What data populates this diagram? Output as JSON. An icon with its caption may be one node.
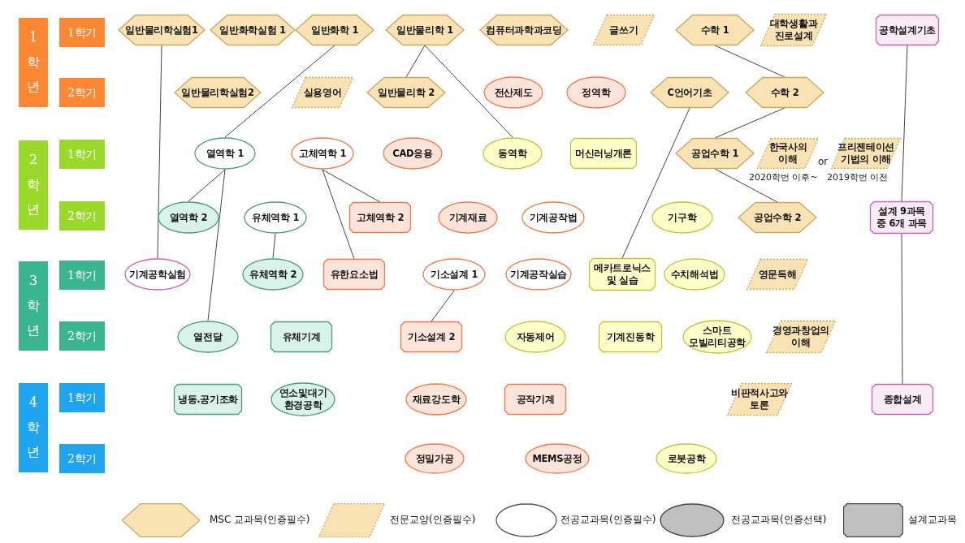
{
  "diagram": {
    "nodes": [
      {
        "text": [
          "1학년"
        ]
      },
      {
        "text": [
          "1학기"
        ]
      },
      {
        "text": [
          "2학기"
        ]
      },
      {
        "text": [
          "2학년"
        ]
      },
      {
        "text": [
          "1학기"
        ]
      },
      {
        "text": [
          "2학기"
        ]
      },
      {
        "text": [
          "3학년"
        ]
      },
      {
        "text": [
          "1학기"
        ]
      },
      {
        "text": [
          "2학기"
        ]
      },
      {
        "text": [
          "4학년"
        ]
      },
      {
        "text": [
          "1학기"
        ]
      },
      {
        "text": [
          "2학기"
        ]
      },
      {
        "text": [
          "일반물리학실험1"
        ]
      },
      {
        "text": [
          "일반화학실험 1"
        ]
      },
      {
        "text": [
          "일반화학 1"
        ]
      },
      {
        "text": [
          "일반물리학 1"
        ]
      },
      {
        "text": [
          "컴퓨터과학과코딩"
        ]
      },
      {
        "text": [
          "글쓰기"
        ]
      },
      {
        "text": [
          "수학 1"
        ]
      },
      {
        "text": [
          "대학생활과 진로설계"
        ]
      },
      {
        "text": [
          "공학설계기초"
        ]
      },
      {
        "text": [
          "일반물리학실험2"
        ]
      },
      {
        "text": [
          "실용영어"
        ]
      },
      {
        "text": [
          "일반물리학 2"
        ]
      },
      {
        "text": [
          "전산제도"
        ]
      },
      {
        "text": [
          "정역학"
        ]
      },
      {
        "text": [
          "C언어기초"
        ]
      },
      {
        "text": [
          "수학 2"
        ]
      },
      {
        "text": [
          "열역학 1"
        ]
      },
      {
        "text": [
          "고체역학 1"
        ]
      },
      {
        "text": [
          "CAD응용"
        ]
      },
      {
        "text": [
          "동역학"
        ]
      },
      {
        "text": [
          "머신러닝개론"
        ]
      },
      {
        "text": [
          "공업수학 1"
        ]
      },
      {
        "text": [
          "한국사의 이해"
        ],
        "beside": [
          "2020학번 이후~"
        ]
      },
      {
        "text": [
          "프리젠테이션 기법의 이해"
        ],
        "beside": [
          "2019학번 이전"
        ]
      },
      {
        "text": [
          "열역학 2"
        ]
      },
      {
        "text": [
          "유체역학 1"
        ]
      },
      {
        "text": [
          "고체역학 2"
        ]
      },
      {
        "text": [
          "기계재료"
        ]
      },
      {
        "text": [
          "기계공작법"
        ]
      },
      {
        "text": [
          "기구학"
        ]
      },
      {
        "text": [
          "공업수학 2"
        ]
      },
      {
        "text": [
          "설계 9과목 중 6개 과목"
        ]
      },
      {
        "text": [
          "기계공학실험"
        ]
      },
      {
        "text": [
          "유체역학 2"
        ]
      },
      {
        "text": [
          "유한요소법"
        ]
      },
      {
        "text": [
          "기소설계 1"
        ]
      },
      {
        "text": [
          "기계공작실습"
        ]
      },
      {
        "text": [
          "메카트로닉스 및 실습"
        ]
      },
      {
        "text": [
          "수치해석법"
        ]
      },
      {
        "text": [
          "영문독해"
        ]
      },
      {
        "text": [
          "열전달"
        ]
      },
      {
        "text": [
          "유체기계"
        ]
      },
      {
        "text": [
          "기소설계 2"
        ]
      },
      {
        "text": [
          "자동제어"
        ]
      },
      {
        "text": [
          "기계진동학"
        ]
      },
      {
        "text": [
          "스마트 모빌리티공학"
        ]
      },
      {
        "text": [
          "경영과창업의 이해"
        ]
      },
      {
        "text": [
          "냉동.공기조화"
        ]
      },
      {
        "text": [
          "연소및대기 환경공학"
        ]
      },
      {
        "text": [
          "재료강도학"
        ]
      },
      {
        "text": [
          "공작기계"
        ]
      },
      {
        "text": [
          "비판적사고와 토론"
        ]
      },
      {
        "text": [
          "종합설계"
        ]
      },
      {
        "text": [
          "정밀가공"
        ]
      },
      {
        "text": [
          "MEMS공정"
        ]
      },
      {
        "text": [
          "로봇공학"
        ]
      }
    ],
    "edges": [
      {
        "from": 12,
        "to": 44,
        "arrow": "none"
      },
      {
        "from": 14,
        "to": 28,
        "arrow": "none"
      },
      {
        "from": 15,
        "to": 23,
        "arrow": "none"
      },
      {
        "from": 15,
        "to": 31,
        "arrow": "none"
      },
      {
        "from": 18,
        "to": 27,
        "arrow": "none"
      },
      {
        "from": 27,
        "to": 33,
        "arrow": "none"
      },
      {
        "from": 33,
        "to": 42,
        "arrow": "none"
      },
      {
        "from": 26,
        "to": 49,
        "arrow": "none"
      },
      {
        "from": 28,
        "to": 36,
        "arrow": "none"
      },
      {
        "from": 28,
        "to": 52,
        "arrow": "none"
      },
      {
        "from": 29,
        "to": 38,
        "arrow": "none"
      },
      {
        "from": 29,
        "to": 46,
        "arrow": "none"
      },
      {
        "from": 37,
        "to": 45,
        "arrow": "none"
      },
      {
        "from": 47,
        "to": 54,
        "arrow": "none"
      },
      {
        "from": 20,
        "to": 43,
        "arrow": "none"
      },
      {
        "from": 43,
        "to": 64,
        "arrow": "none"
      }
    ],
    "labels": [
      "or"
    ],
    "legend": [
      {
        "text": "MSC 교과목(인증필수)"
      },
      {
        "text": "전문교양(인증필수)"
      },
      {
        "text": "전공교과목(인증필수)"
      },
      {
        "text": "전공교과목(인증선택)"
      },
      {
        "text": "설계교과목"
      }
    ]
  }
}
